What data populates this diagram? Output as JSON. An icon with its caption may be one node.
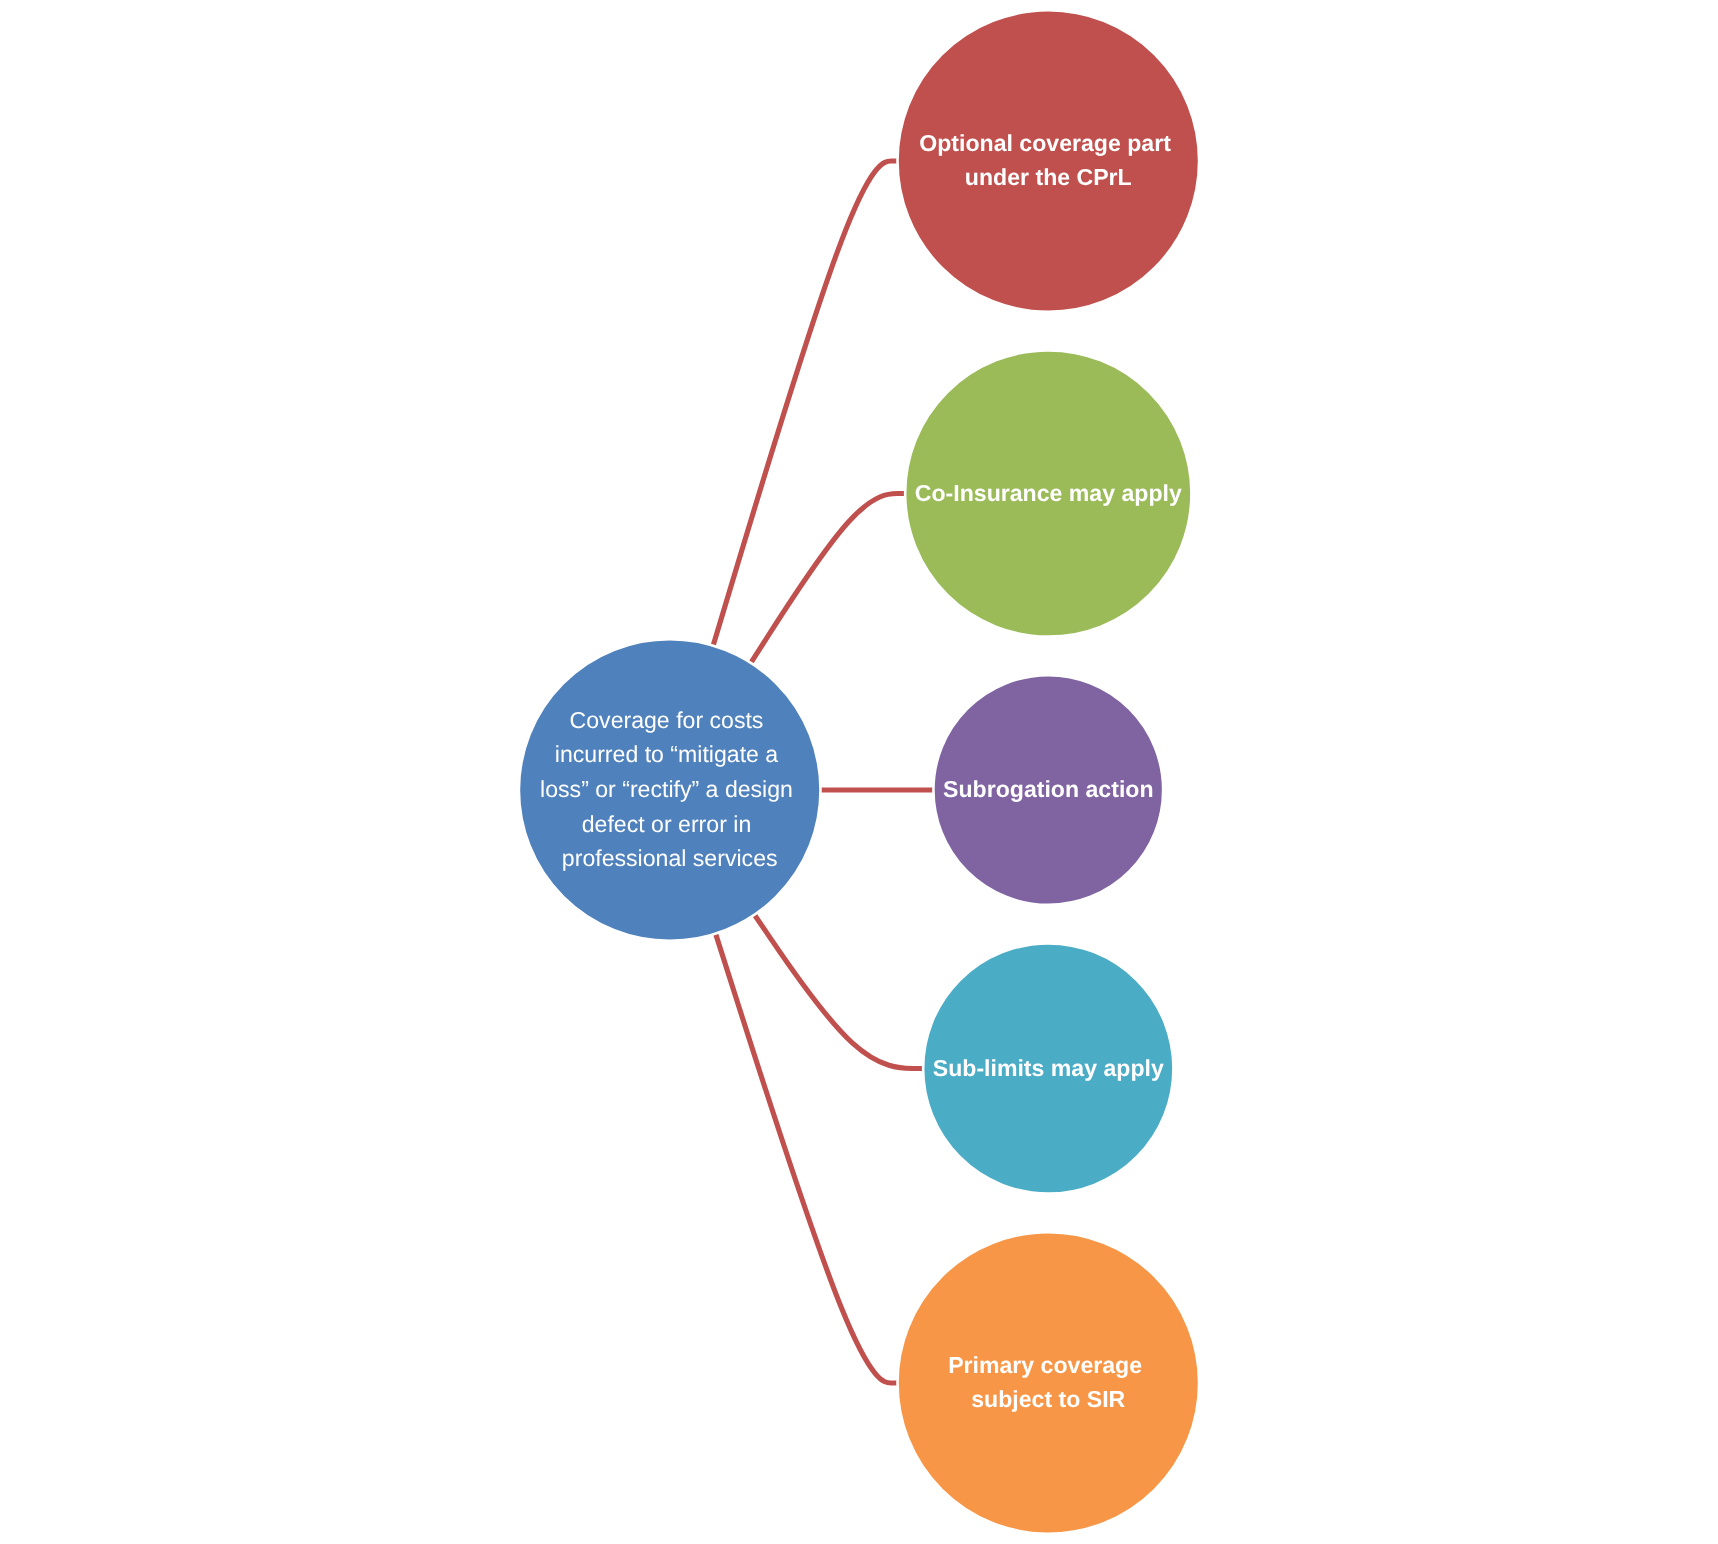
{
  "diagram": {
    "nodes": [
      {
        "text": [
          "Coverage for costs incurred to “mitigate a loss” or “rectify” a design defect or error in professional services"
        ]
      },
      {
        "text": [
          "Optional coverage part under the CPrL"
        ]
      },
      {
        "text": [
          "Co-Insurance may apply"
        ]
      },
      {
        "text": [
          "Subrogation action"
        ]
      },
      {
        "text": [
          "Sub-limits may apply"
        ]
      },
      {
        "text": [
          "Primary coverage subject to SIR"
        ]
      }
    ],
    "edges": [
      {
        "from": 0,
        "to": 1,
        "arrow": "none"
      },
      {
        "from": 0,
        "to": 2,
        "arrow": "none"
      },
      {
        "from": 0,
        "to": 3,
        "arrow": "none"
      },
      {
        "from": 0,
        "to": 4,
        "arrow": "none"
      },
      {
        "from": 0,
        "to": 5,
        "arrow": "none"
      }
    ]
  }
}
